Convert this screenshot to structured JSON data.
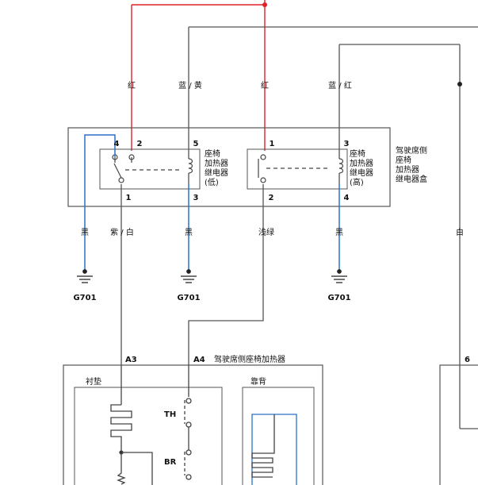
{
  "colors": {
    "red": "#e0202a",
    "blue": "#2a72c8",
    "black": "#222222",
    "gray": "#777777"
  },
  "wires": {
    "w1": "红",
    "w2": "蓝 / 黄",
    "w3": "红",
    "w4": "蓝 / 红",
    "g1": "黑",
    "g2": "紫 / 白",
    "g3": "黑",
    "g4": "浅绿",
    "g5": "黑",
    "g6": "白"
  },
  "relay_box": {
    "title_lines": [
      "驾驶席侧",
      "座椅",
      "加热器",
      "继电器盒"
    ],
    "relay_low": {
      "label_lines": [
        "座椅",
        "加热器",
        "继电器",
        "(低)"
      ],
      "pins": {
        "p4": "4",
        "p2": "2",
        "p5": "5",
        "p1": "1",
        "p3": "3"
      }
    },
    "relay_high": {
      "label_lines": [
        "座椅",
        "加热器",
        "继电器",
        "(高)"
      ],
      "pins": {
        "p1": "1",
        "p3": "3",
        "p2": "2",
        "p4": "4"
      }
    }
  },
  "grounds": {
    "gnd1": "G701",
    "gnd2": "G701",
    "gnd3": "G701"
  },
  "heater": {
    "title": "驾驶席侧座椅加热器",
    "pin_a3": "A3",
    "pin_a4": "A4",
    "cushion": "衬垫",
    "backrest": "靠背",
    "th": "TH",
    "br": "BR"
  },
  "right_connector_pin": "6"
}
